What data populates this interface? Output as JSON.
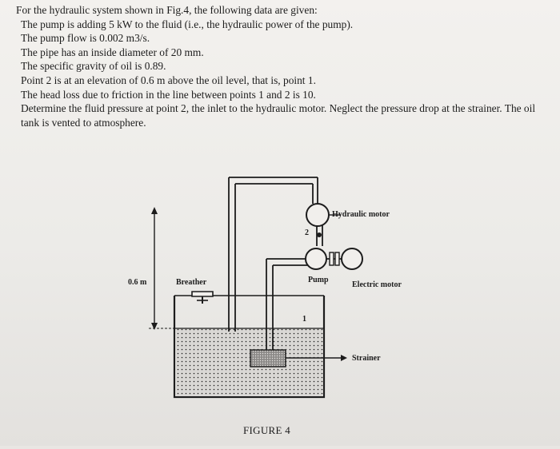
{
  "problem": {
    "lines": [
      "For the hydraulic system shown in Fig.4, the following data are given:",
      "The pump is adding 5 kW to the fluid (i.e., the hydraulic power of the pump).",
      "The pump flow is 0.002 m3/s.",
      "The pipe has an inside diameter of 20 mm.",
      "The specific gravity of oil is 0.89.",
      "Point 2 is at an elevation of 0.6 m above the oil level, that is, point 1.",
      "The head loss due to friction in the line between points 1 and 2 is 10.",
      "Determine the fluid pressure at point 2, the inlet to the hydraulic motor. Neglect the pressure drop at the strainer. The oil tank is vented to atmosphere."
    ]
  },
  "figure": {
    "labels": {
      "hydraulic_motor": "Hydraulic motor",
      "pump": "Pump",
      "electric_motor": "Electric motor",
      "breather": "Breather",
      "strainer": "Strainer",
      "elevation": "0.6 m",
      "point_1": "1",
      "point_2": "2"
    },
    "caption": "FIGURE 4",
    "colors": {
      "ink": "#1c1c1c",
      "oil_fill": "#d9d7d4",
      "strainer_fill": "#8c8a88"
    }
  }
}
